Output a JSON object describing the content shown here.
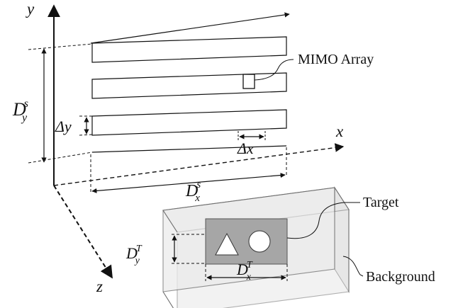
{
  "axes": {
    "y": "y",
    "x": "x",
    "z": "z"
  },
  "dimensions": {
    "d": "D",
    "s": "s",
    "t": "T",
    "xsub": "x",
    "ysub": "y",
    "delta_y": "Δy",
    "delta_x": "Δx"
  },
  "callouts": {
    "mimo": "MIMO Array",
    "target": "Target",
    "background": "Background"
  },
  "colors": {
    "line": "#111111",
    "box_fill": "#e8e8e8",
    "target_fill": "#a6a6a6",
    "shape_fill": "#ffffff"
  }
}
